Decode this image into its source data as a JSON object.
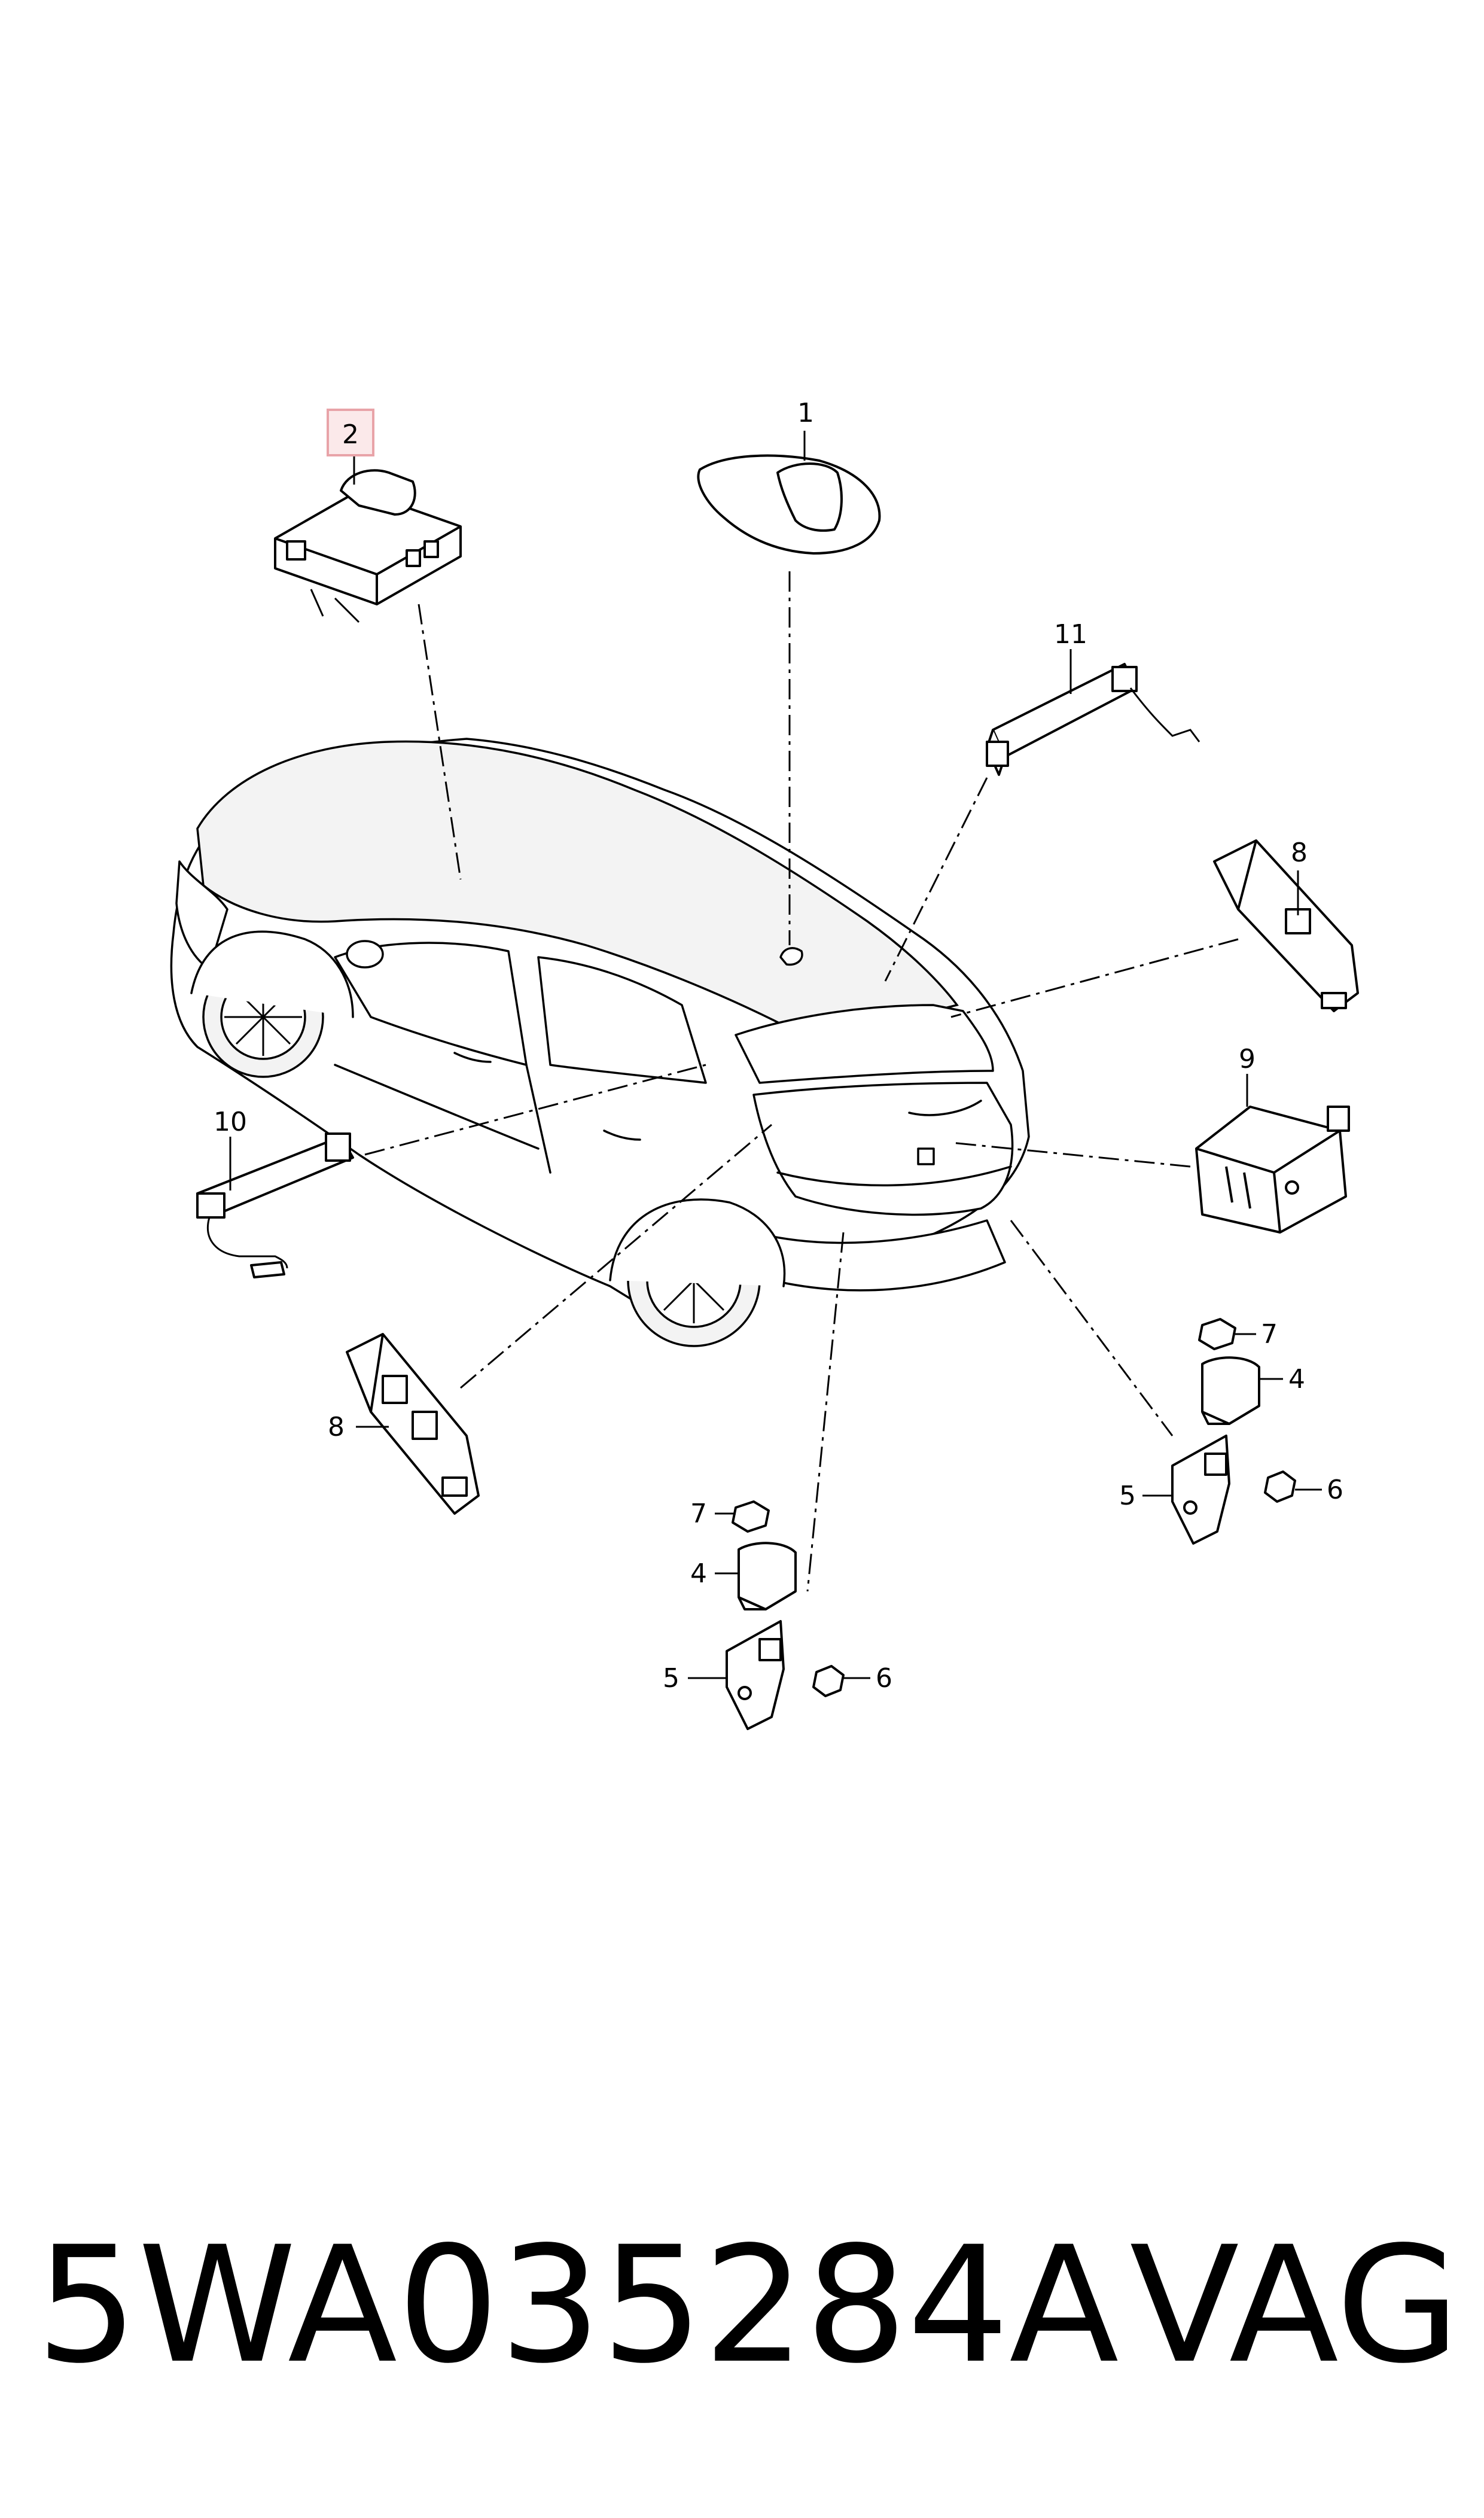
{
  "callouts": {
    "c1": "1",
    "c2": "2",
    "c4a": "4",
    "c4b": "4",
    "c5a": "5",
    "c5b": "5",
    "c6a": "6",
    "c6b": "6",
    "c7a": "7",
    "c7b": "7",
    "c8a": "8",
    "c8b": "8",
    "c9": "9",
    "c10": "10",
    "c11": "11"
  },
  "highlight": {
    "part": "2",
    "color": "#e8a3a8"
  },
  "footer": {
    "part_number": "5WA035284A",
    "brand": "VAG"
  }
}
